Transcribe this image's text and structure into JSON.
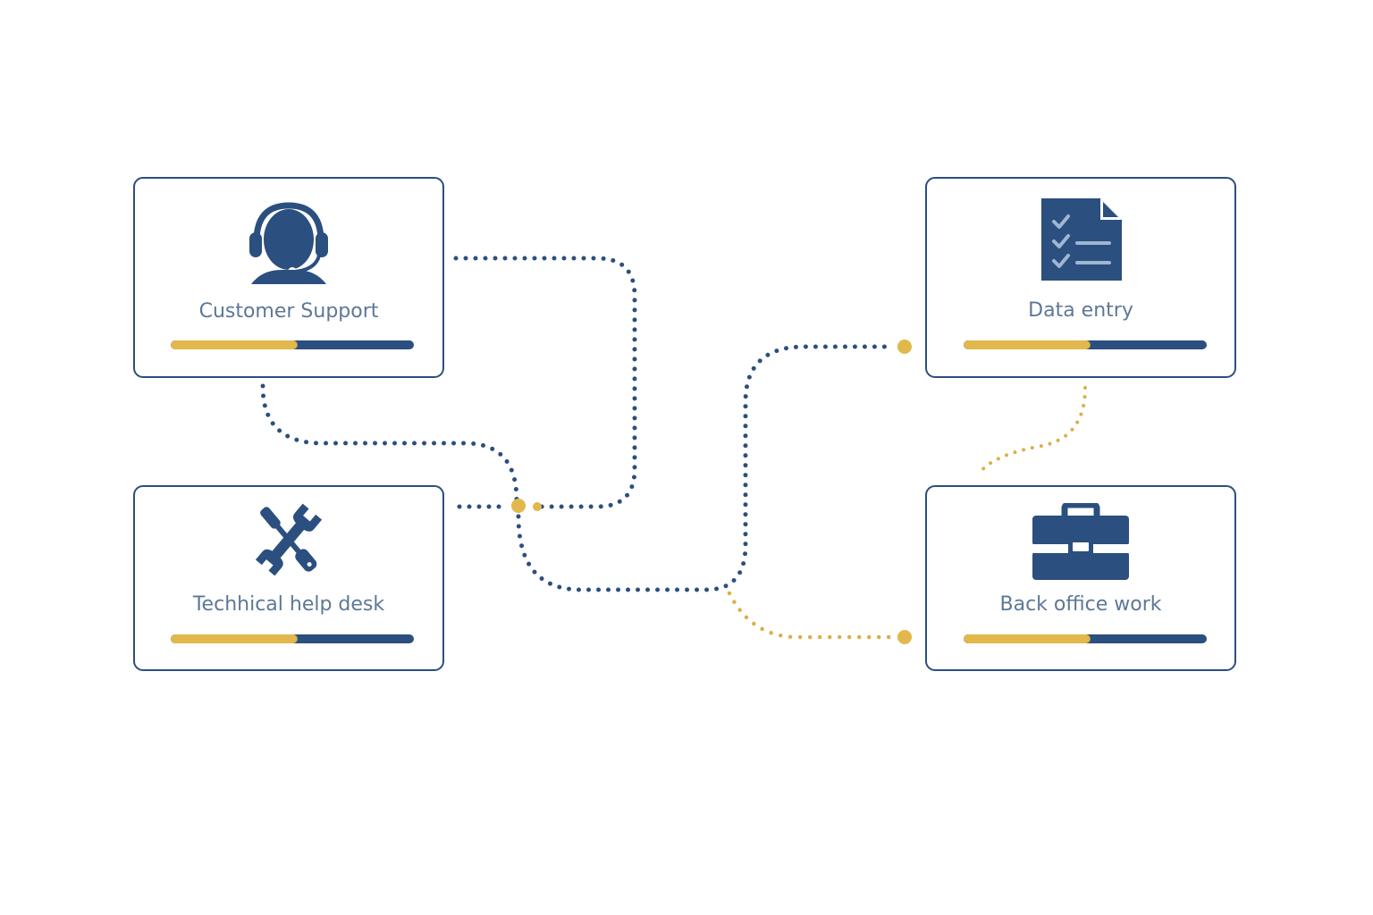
{
  "colors": {
    "primary": "#2b4f7e",
    "accent": "#e2b84c",
    "label": "#5d7896",
    "background": "#ffffff"
  },
  "cards": [
    {
      "id": "customer",
      "label": "Customer Support",
      "icon": "headset-icon",
      "progress": 0.52
    },
    {
      "id": "tech",
      "label": "Techhical help desk",
      "icon": "tools-icon",
      "progress": 0.52
    },
    {
      "id": "data",
      "label": "Data entry",
      "icon": "checklist-document-icon",
      "progress": 0.52
    },
    {
      "id": "back",
      "label": "Back office work",
      "icon": "briefcase-icon",
      "progress": 0.52
    }
  ]
}
